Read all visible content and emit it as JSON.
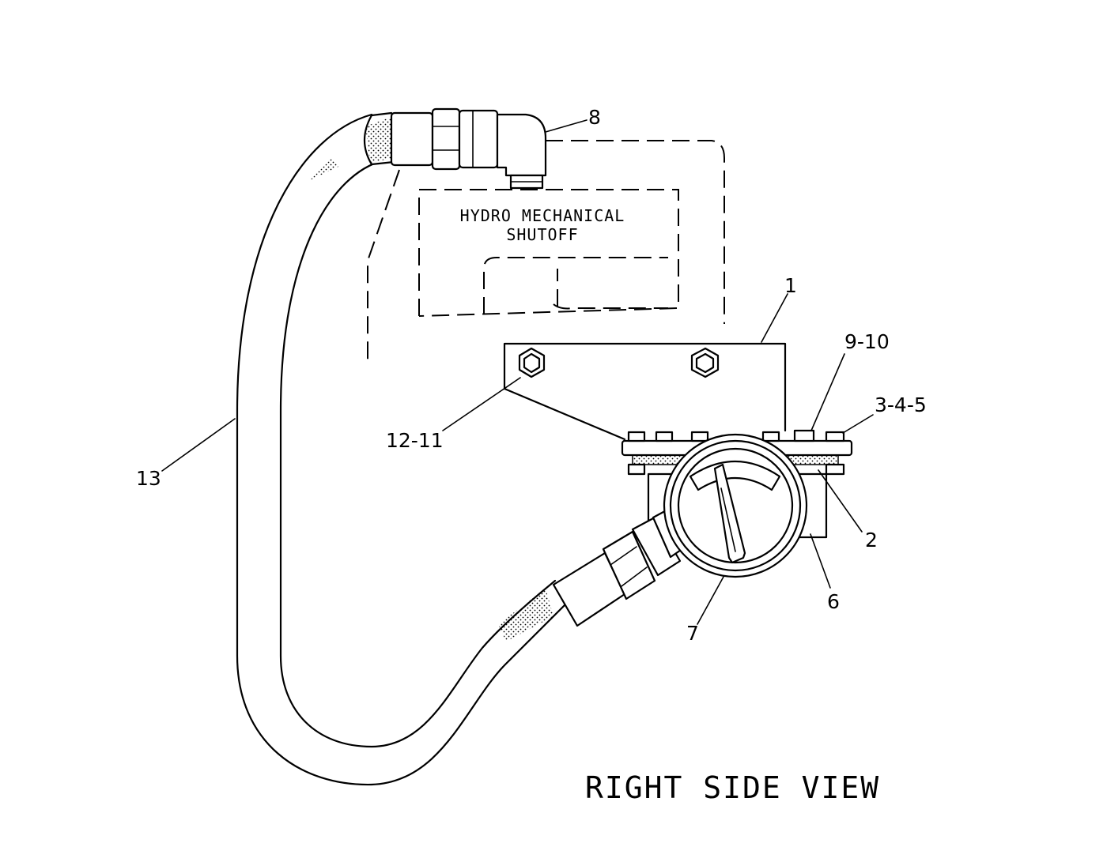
{
  "box_label": {
    "line1": "HYDRO MECHANICAL",
    "line2": "SHUTOFF"
  },
  "view_title": "RIGHT SIDE VIEW",
  "callouts": {
    "c1": "1",
    "c2": "2",
    "c3": "3-4-5",
    "c6": "6",
    "c7": "7",
    "c8": "8",
    "c9": "9-10",
    "c12": "12-11",
    "c13": "13"
  }
}
